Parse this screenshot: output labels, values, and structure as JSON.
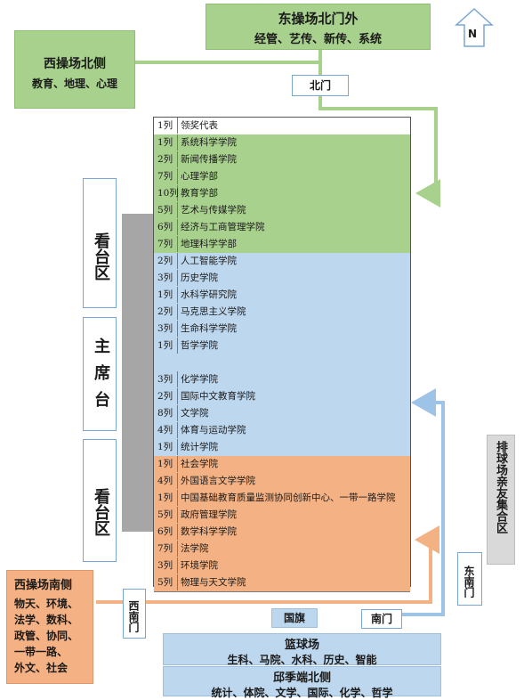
{
  "north": "N",
  "east_north_gate_outside": {
    "title": "东操场北门外",
    "subtitle": "经管、艺传、新传、系统"
  },
  "west_playground_north": {
    "title": "西操场北侧",
    "subtitle": "教育、地理、心理"
  },
  "north_gate": "北门",
  "stand_top": "看台区",
  "main_stage": "主席台",
  "stand_bottom": "看台区",
  "volleyball_area": "排球场亲友集合区",
  "southeast_gate": "东南门",
  "southwest_gate": "西南门",
  "south_gate": "南门",
  "flag": "国旗",
  "west_playground_south": {
    "title": "西操场南侧",
    "lines": [
      "物天、环境、",
      "法学、数科、",
      "政管、协同、",
      "一带一路、",
      "外文、社会"
    ]
  },
  "basketball": {
    "title": "篮球场",
    "subtitle": "生科、马院、水科、历史、智能"
  },
  "qiuji_north": {
    "title": "邱季端北侧",
    "subtitle": "统计、体院、文学、国际、化学、哲学"
  },
  "colors": {
    "green": "#a9d18e",
    "blue": "#bdd7ee",
    "orange": "#f4b183",
    "gray": "#a6a6a6",
    "arrow_blue": "#9dc3e6"
  },
  "rows": [
    {
      "count": "1列",
      "name": "领奖代表",
      "color": "white"
    },
    {
      "count": "1列",
      "name": "系统科学学院",
      "color": "green"
    },
    {
      "count": "2列",
      "name": "新闻传播学院",
      "color": "green"
    },
    {
      "count": "7列",
      "name": "心理学部",
      "color": "green"
    },
    {
      "count": "10列",
      "name": "教育学部",
      "color": "green"
    },
    {
      "count": "5列",
      "name": "艺术与传媒学院",
      "color": "green"
    },
    {
      "count": "6列",
      "name": "经济与工商管理学院",
      "color": "green"
    },
    {
      "count": "7列",
      "name": "地理科学学部",
      "color": "green"
    },
    {
      "count": "2列",
      "name": "人工智能学院",
      "color": "blue"
    },
    {
      "count": "3列",
      "name": "历史学院",
      "color": "blue"
    },
    {
      "count": "1列",
      "name": "水科学研究院",
      "color": "blue"
    },
    {
      "count": "2列",
      "name": "马克思主义学院",
      "color": "blue"
    },
    {
      "count": "3列",
      "name": "生命科学学院",
      "color": "blue"
    },
    {
      "count": "1列",
      "name": "哲学学院",
      "color": "blue"
    },
    {
      "count": "",
      "name": "",
      "color": "blue"
    },
    {
      "count": "3列",
      "name": "化学学院",
      "color": "blue"
    },
    {
      "count": "2列",
      "name": "国际中文教育学院",
      "color": "blue"
    },
    {
      "count": "8列",
      "name": "文学院",
      "color": "blue"
    },
    {
      "count": "4列",
      "name": "体育与运动学院",
      "color": "blue"
    },
    {
      "count": "1列",
      "name": "统计学院",
      "color": "blue"
    },
    {
      "count": "1列",
      "name": "社会学院",
      "color": "orange"
    },
    {
      "count": "4列",
      "name": "外国语言文学学院",
      "color": "orange"
    },
    {
      "count": "1列",
      "name": "中国基础教育质量监测协同创新中心、一带一路学院",
      "color": "orange"
    },
    {
      "count": "5列",
      "name": "政府管理学院",
      "color": "orange"
    },
    {
      "count": "6列",
      "name": "数学科学学院",
      "color": "orange"
    },
    {
      "count": "7列",
      "name": "法学院",
      "color": "orange"
    },
    {
      "count": "3列",
      "name": "环境学院",
      "color": "orange"
    },
    {
      "count": "5列",
      "name": "物理与天文学院",
      "color": "orange"
    }
  ]
}
